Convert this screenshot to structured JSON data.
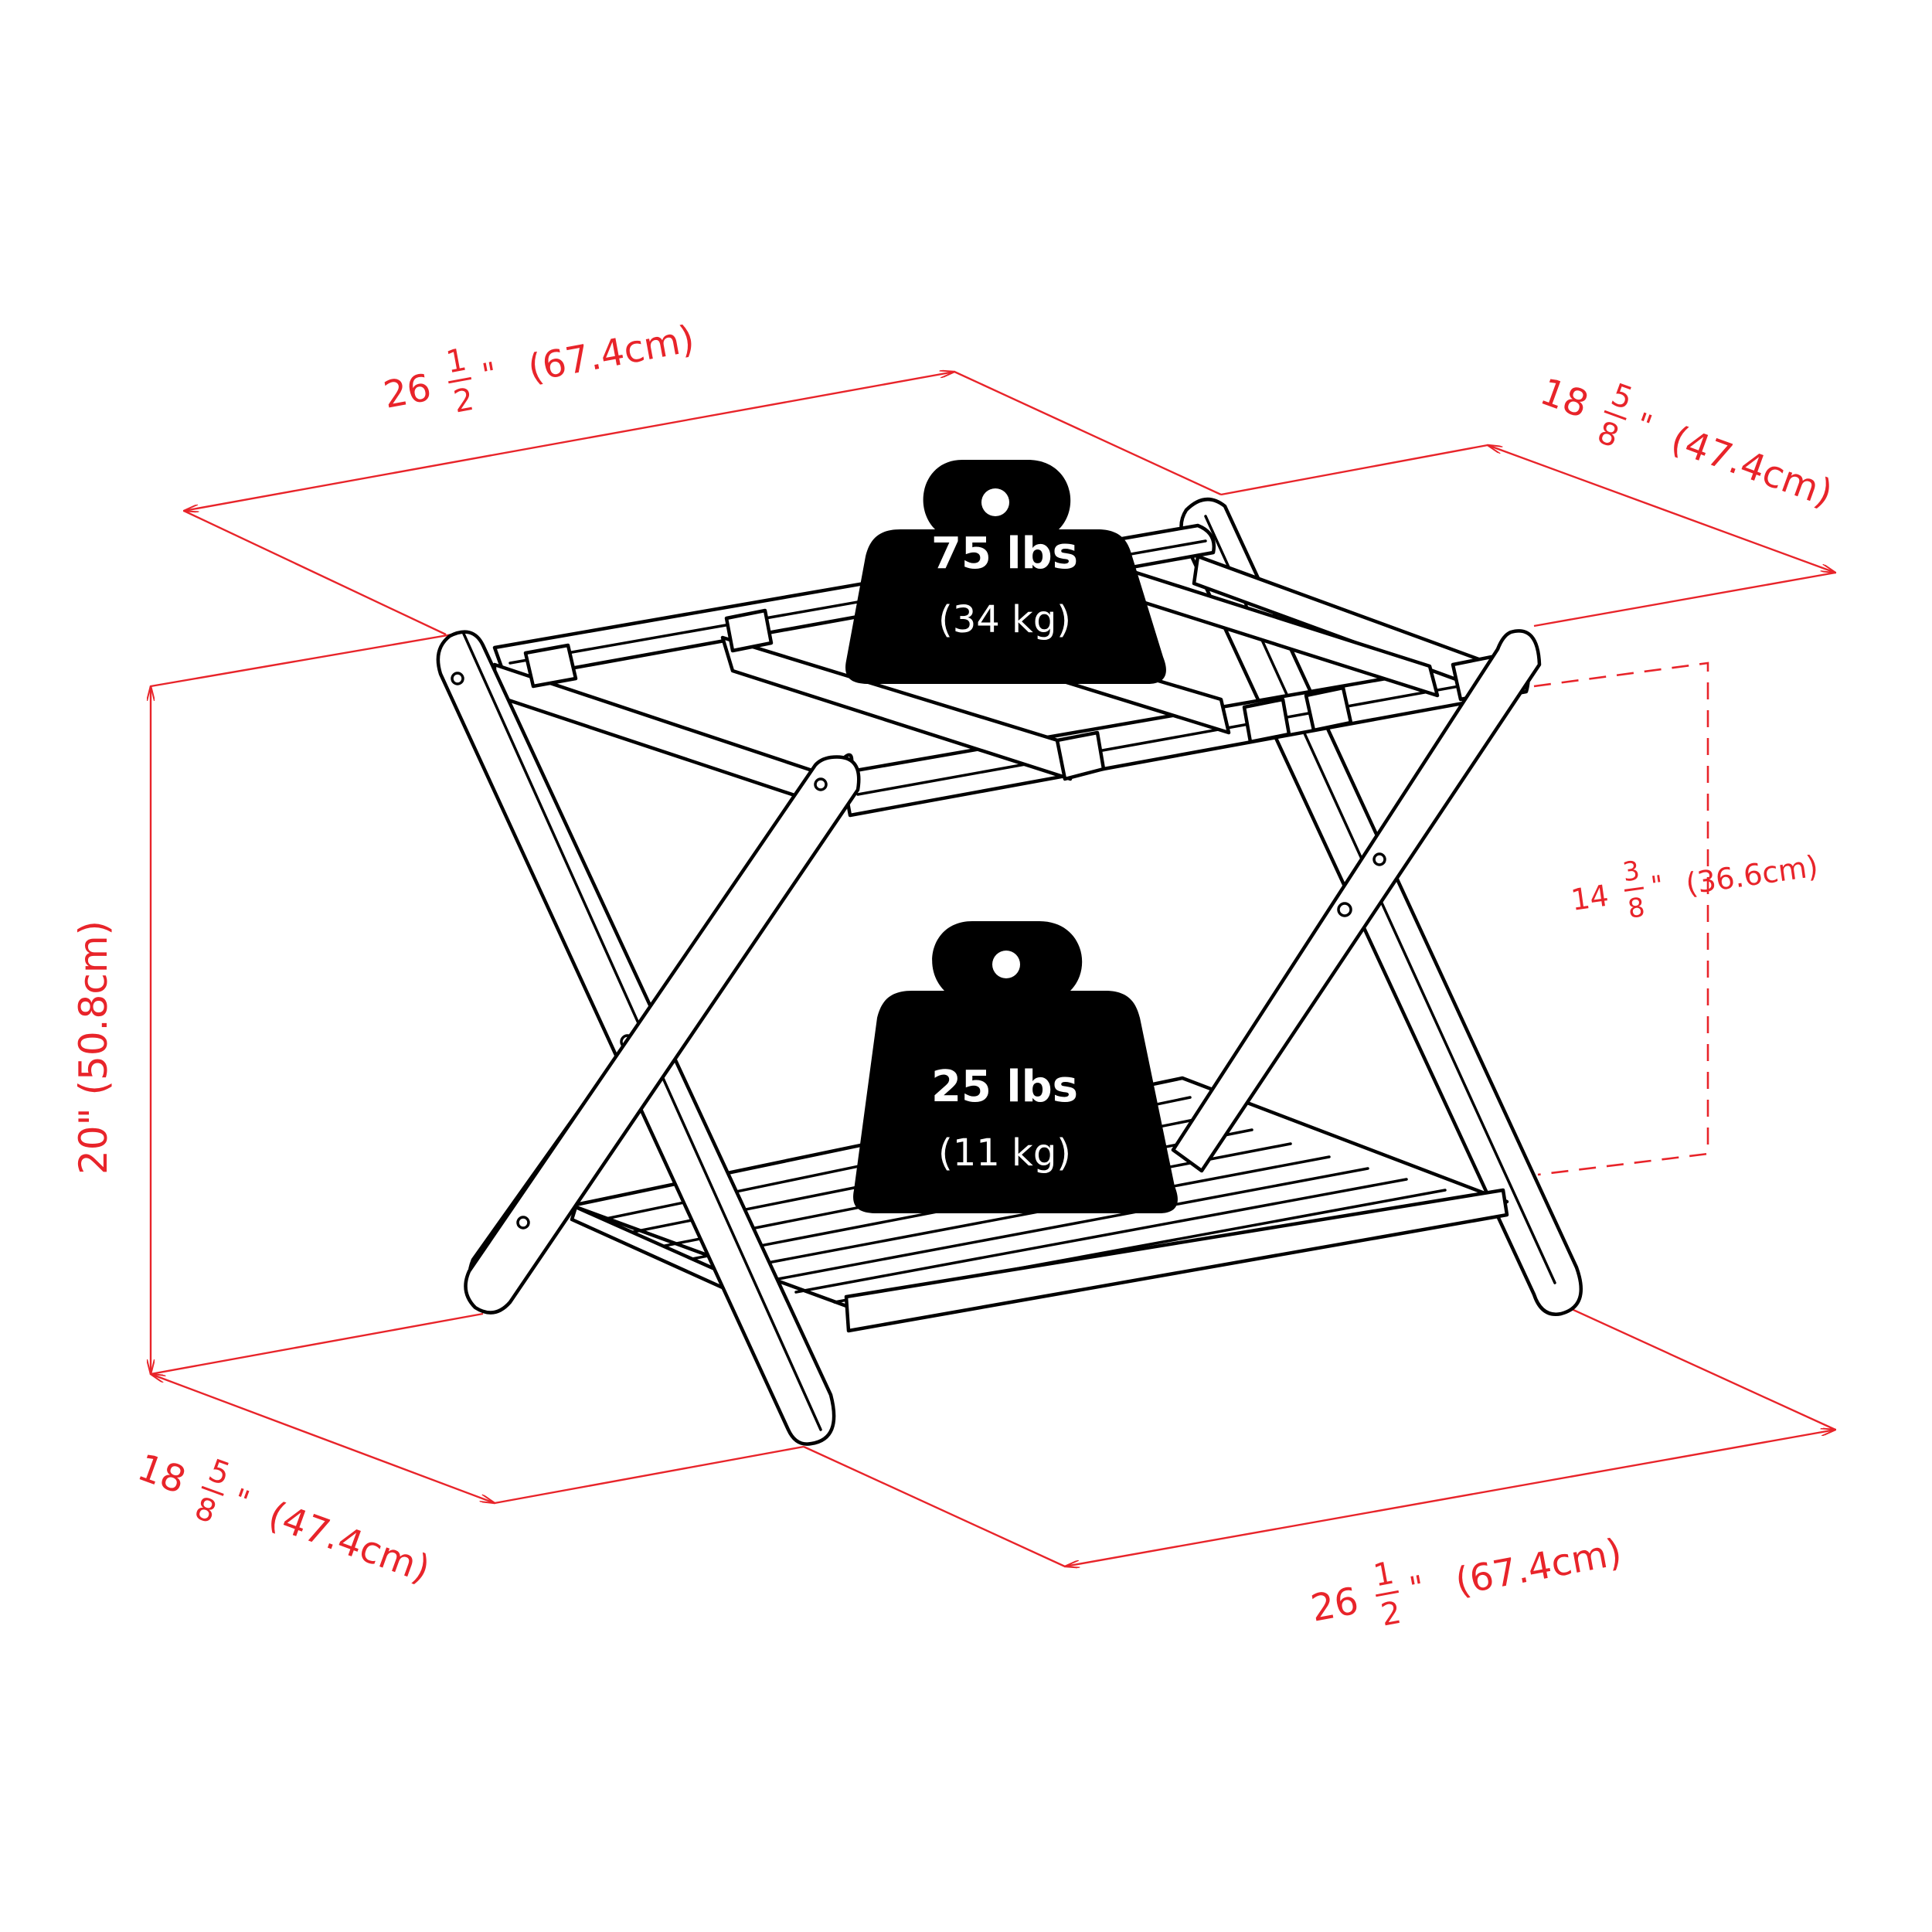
{
  "colors": {
    "dimension": "#e8242a",
    "outline": "#000000",
    "weight_fill": "#000000",
    "weight_text": "#ffffff"
  },
  "dimensions": {
    "top_width": {
      "whole": "26",
      "num": "1",
      "den": "2",
      "unit": "\"",
      "metric": "(67.4cm)"
    },
    "top_depth": {
      "whole": "18",
      "num": "5",
      "den": "8",
      "unit": "\"",
      "metric": "(47.4cm)"
    },
    "height": {
      "label": "20\"  (50.8cm)"
    },
    "shelf_gap": {
      "whole": "14",
      "num": "3",
      "den": "8",
      "unit": "\"",
      "metric": "(36.6cm)"
    },
    "bottom_depth": {
      "whole": "18",
      "num": "5",
      "den": "8",
      "unit": "\"",
      "metric": "(47.4cm)"
    },
    "bottom_width": {
      "whole": "26",
      "num": "1",
      "den": "2",
      "unit": "\"",
      "metric": "(67.4cm)"
    }
  },
  "weights": {
    "top": {
      "lbs": "75 lbs",
      "kg": "(34 kg)",
      "icon": "weight-icon"
    },
    "bottom": {
      "lbs": "25 lbs",
      "kg": "(11 kg)",
      "icon": "weight-icon"
    }
  }
}
